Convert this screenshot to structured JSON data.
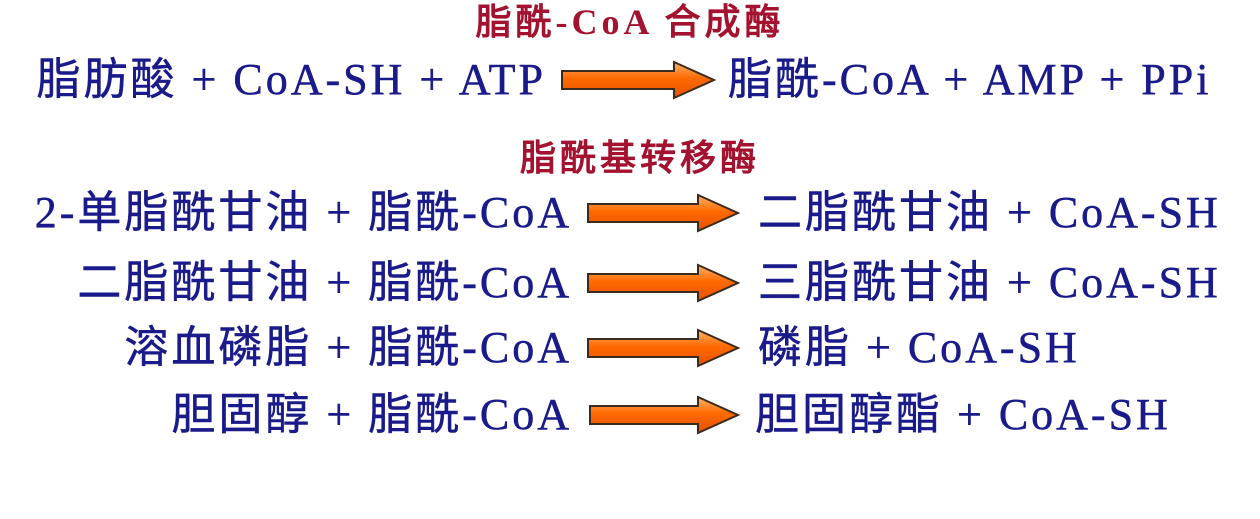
{
  "colors": {
    "text": "#1a1a8a",
    "enzyme": "#a3122f",
    "arrow": "#ff6a00",
    "arrow_outline": "#3b2a1e"
  },
  "acyl_coa_synthetase": {
    "enzyme": "脂酰-CoA 合成酶",
    "reaction": {
      "reactants": "脂肪酸 + CoA-SH + ATP",
      "products": "脂酰-CoA + AMP + PPi"
    }
  },
  "acyltransferase": {
    "enzyme": "脂酰基转移酶",
    "reactions": [
      {
        "reactants": "2-单脂酰甘油 + 脂酰-CoA",
        "products": "二脂酰甘油 + CoA-SH"
      },
      {
        "reactants": "二脂酰甘油 + 脂酰-CoA",
        "products": "三脂酰甘油 + CoA-SH"
      },
      {
        "reactants": "溶血磷脂 + 脂酰-CoA",
        "products": "磷脂 + CoA-SH"
      },
      {
        "reactants": "胆固醇 + 脂酰-CoA",
        "products": "胆固醇酯 + CoA-SH"
      }
    ]
  }
}
